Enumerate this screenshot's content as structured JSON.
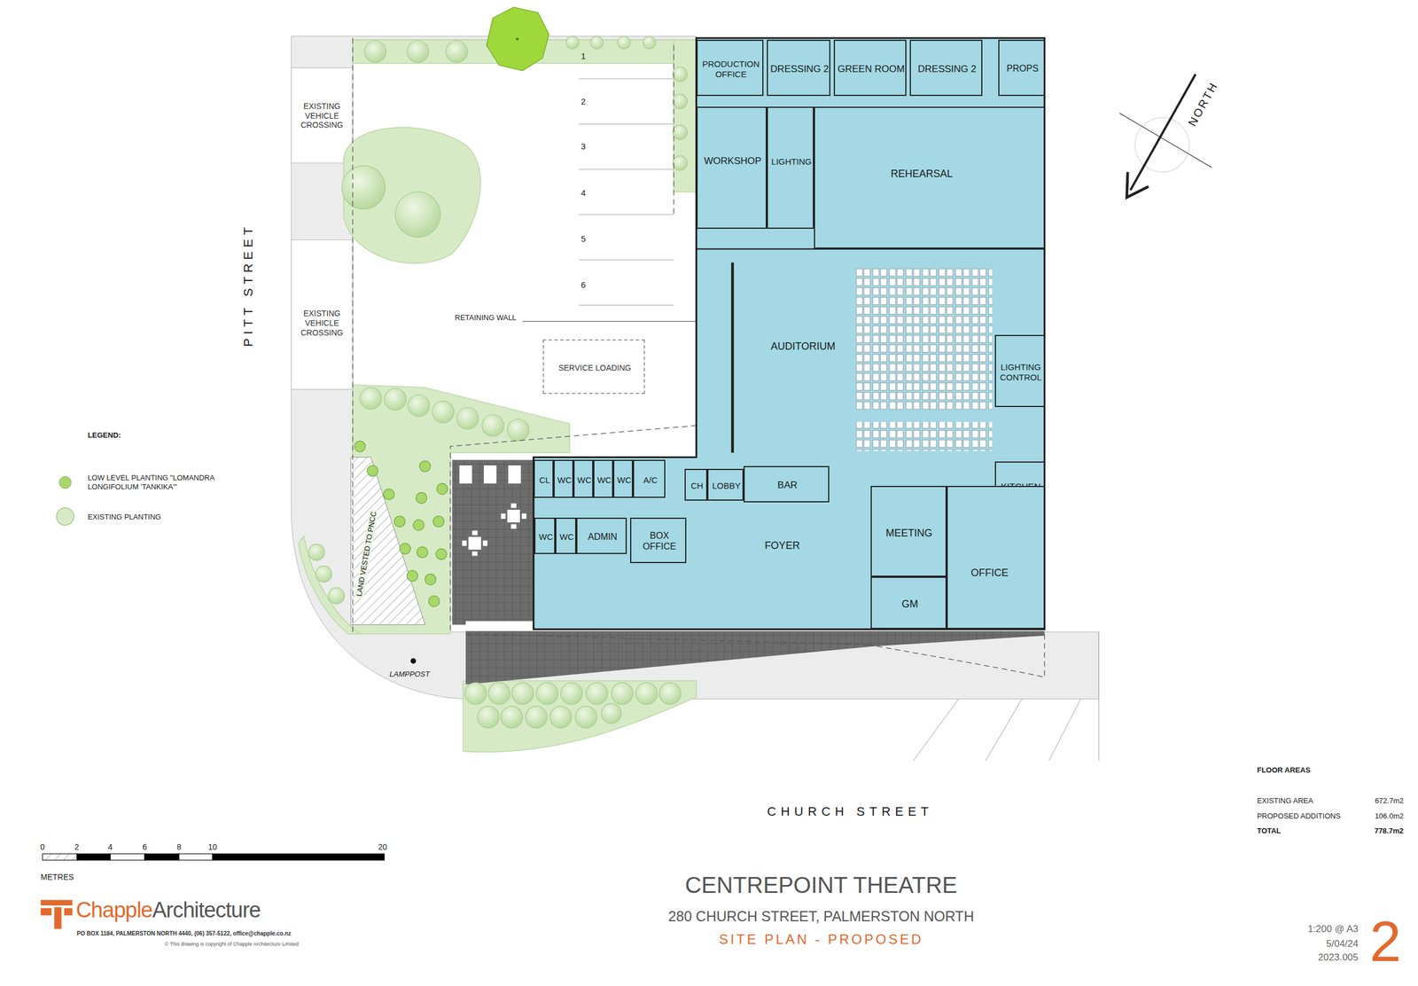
{
  "diagram": {
    "title": "CENTREPOINT THEATRE",
    "caption": "SITE PLAN - PROPOSED",
    "nodes": [
      {
        "text": [
          "PRODUCTION OFFICE"
        ]
      },
      {
        "text": [
          "DRESSING 2"
        ]
      },
      {
        "text": [
          "GREEN ROOM"
        ]
      },
      {
        "text": [
          "DRESSING 2"
        ]
      },
      {
        "text": [
          "PROPS"
        ]
      },
      {
        "text": [
          "WORKSHOP"
        ]
      },
      {
        "text": [
          "LIGHTING"
        ]
      },
      {
        "text": [
          "REHEARSAL"
        ]
      },
      {
        "text": [
          "AUDITORIUM"
        ]
      },
      {
        "text": [
          "LIGHTING CONTROL"
        ]
      },
      {
        "text": [
          "CL"
        ]
      },
      {
        "text": [
          "WC"
        ]
      },
      {
        "text": [
          "WC"
        ]
      },
      {
        "text": [
          "WC"
        ]
      },
      {
        "text": [
          "WC"
        ]
      },
      {
        "text": [
          "A/C"
        ]
      },
      {
        "text": [
          "CH"
        ]
      },
      {
        "text": [
          "LOBBY"
        ]
      },
      {
        "text": [
          "BAR"
        ]
      },
      {
        "text": [
          "KITCHEN"
        ]
      },
      {
        "text": [
          "WC"
        ]
      },
      {
        "text": [
          "WC"
        ]
      },
      {
        "text": [
          "ADMIN"
        ]
      },
      {
        "text": [
          "BOX OFFICE"
        ]
      },
      {
        "text": [
          "FOYER"
        ]
      },
      {
        "text": [
          "MEETING"
        ]
      },
      {
        "text": [
          "OFFICE"
        ]
      },
      {
        "text": [
          "GM"
        ]
      },
      {
        "text": [
          "SERVICE LOADING"
        ]
      }
    ],
    "labels": [
      "1",
      "2",
      "3",
      "4",
      "5",
      "6",
      "EXISTING VEHICLE CROSSING",
      "EXISTING VEHICLE CROSSING",
      "PITT STREET",
      "RETAINING WALL",
      "LAND VESTED TO PNCC",
      "LAMPPOST",
      "CHURCH STREET",
      "NORTH",
      "LEGEND:",
      "0",
      "2",
      "4",
      "6",
      "8",
      "10",
      "20",
      "METRES",
      "Chapple",
      "Architecture",
      "PO BOX 1184, PALMERSTON NORTH 4440, (06) 357-5122, office@chapple.co.nz",
      "© This drawing is copyright of Chapple Architecture Limited",
      "280 CHURCH STREET, PALMERSTON NORTH",
      "1:200 @ A3",
      "5/04/24",
      "2023.005",
      "2",
      "FLOOR AREAS",
      "EXISTING AREA",
      "672.7m2",
      "PROPOSED ADDITIONS",
      "106.0m2",
      "TOTAL",
      "778.7m2"
    ],
    "legend": [
      {
        "text": "LOW LEVEL PLANTING \"LOMANDRA LONGIFOLIUM 'TANKIKA'\"",
        "color": "#a8d86a"
      },
      {
        "text": "EXISTING PLANTING",
        "color": "#d6eac6"
      }
    ]
  }
}
